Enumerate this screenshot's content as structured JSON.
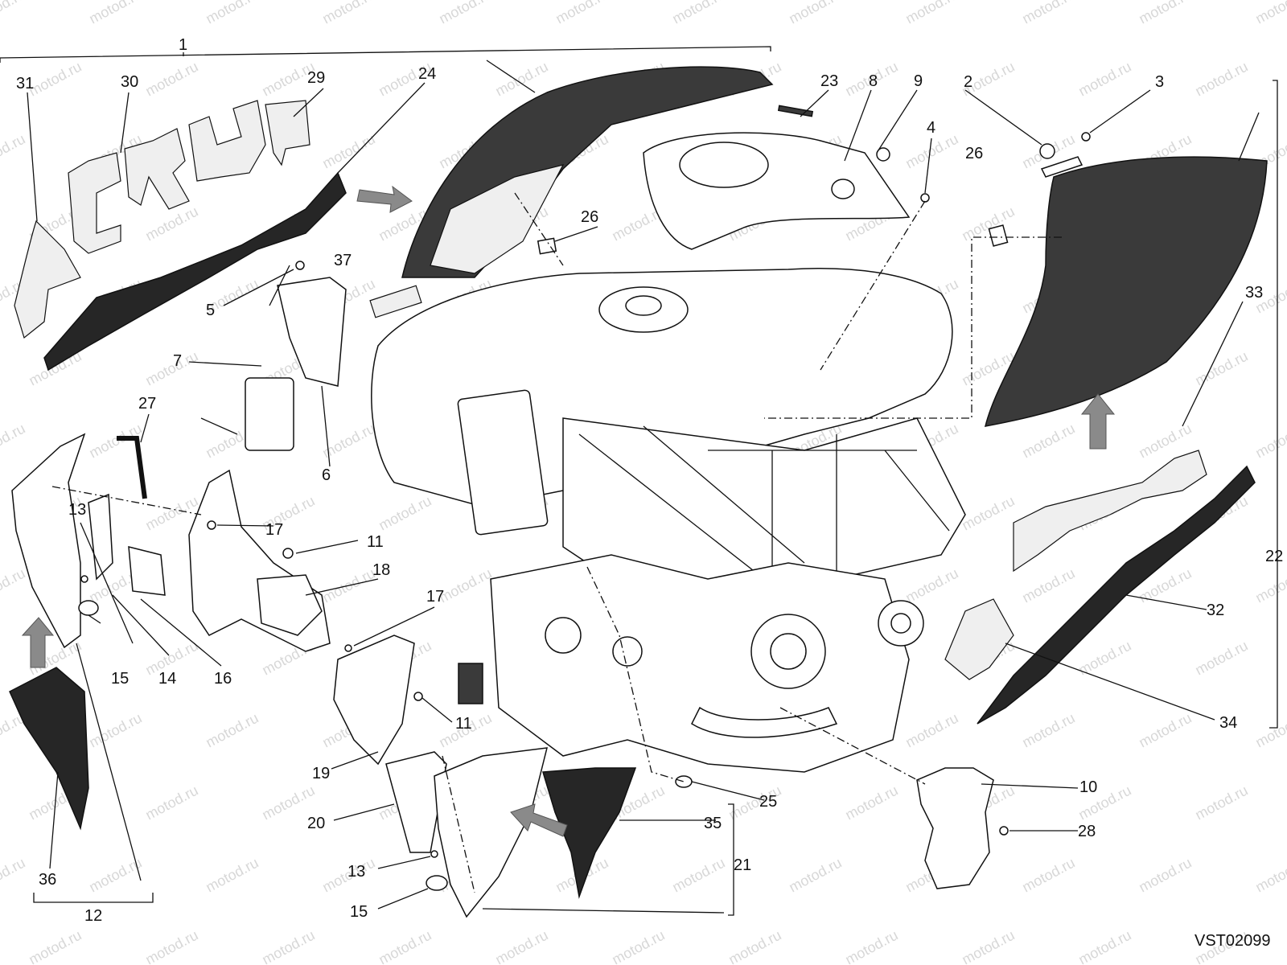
{
  "drawing_code": "VST02099",
  "watermark_text": "motod.ru",
  "callouts": [
    "1",
    "2",
    "3",
    "4",
    "5",
    "6",
    "7",
    "8",
    "9",
    "10",
    "11",
    "11",
    "12",
    "13",
    "13",
    "14",
    "15",
    "15",
    "16",
    "17",
    "17",
    "18",
    "19",
    "20",
    "21",
    "22",
    "23",
    "24",
    "25",
    "26",
    "26",
    "27",
    "28",
    "29",
    "30",
    "31",
    "32",
    "33",
    "34",
    "35",
    "36",
    "37"
  ],
  "colors": {
    "line": "#111111",
    "dark_panel": "#3a3a3a",
    "carbon": "#262626",
    "arrow": "#8a8a8a",
    "watermark": "#b8b8b8"
  }
}
